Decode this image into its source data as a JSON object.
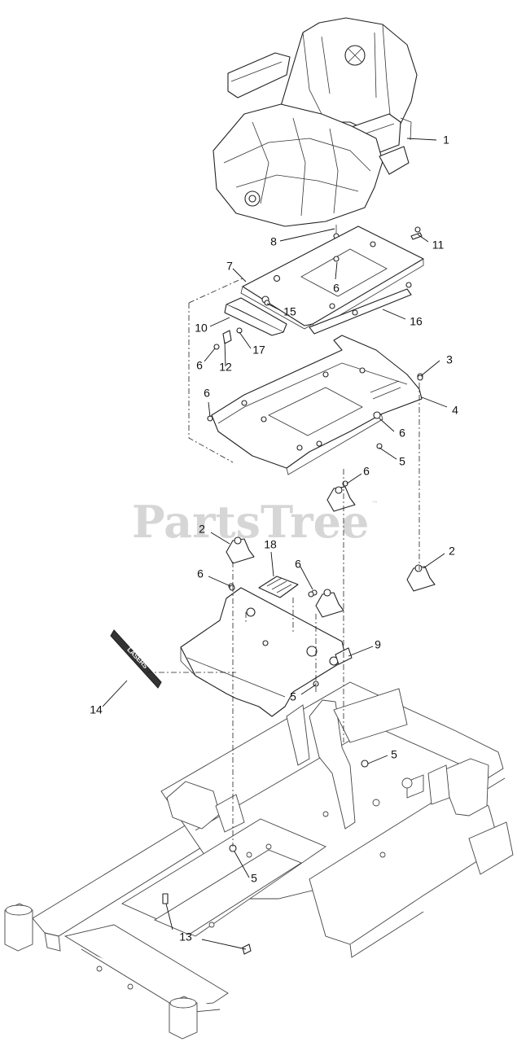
{
  "watermark": {
    "text": "PartsTree",
    "mark": "™"
  },
  "callouts": [
    {
      "id": "c1",
      "label": "1"
    },
    {
      "id": "c8",
      "label": "8"
    },
    {
      "id": "c11",
      "label": "11"
    },
    {
      "id": "c7",
      "label": "7"
    },
    {
      "id": "c6a",
      "label": "6"
    },
    {
      "id": "c15",
      "label": "15"
    },
    {
      "id": "c16",
      "label": "16"
    },
    {
      "id": "c10",
      "label": "10"
    },
    {
      "id": "c17",
      "label": "17"
    },
    {
      "id": "c6b",
      "label": "6"
    },
    {
      "id": "c12",
      "label": "12"
    },
    {
      "id": "c3",
      "label": "3"
    },
    {
      "id": "c4",
      "label": "4"
    },
    {
      "id": "c6c",
      "label": "6"
    },
    {
      "id": "c6d",
      "label": "6"
    },
    {
      "id": "c5a",
      "label": "5"
    },
    {
      "id": "c6e",
      "label": "6"
    },
    {
      "id": "c2a",
      "label": "2"
    },
    {
      "id": "c18",
      "label": "18"
    },
    {
      "id": "c2b",
      "label": "2"
    },
    {
      "id": "c6f",
      "label": "6"
    },
    {
      "id": "c6g",
      "label": "6"
    },
    {
      "id": "c9",
      "label": "9"
    },
    {
      "id": "c14",
      "label": "14"
    },
    {
      "id": "c5b",
      "label": "5"
    },
    {
      "id": "c5c",
      "label": "5"
    },
    {
      "id": "c5d",
      "label": "5"
    },
    {
      "id": "c13",
      "label": "13"
    }
  ],
  "decal_text": "LASERS",
  "icons": {
    "seat": "seat-assembly-icon",
    "isolator": "rubber-isolator-icon",
    "bracket": "bracket-icon",
    "frame": "chassis-frame-icon"
  }
}
